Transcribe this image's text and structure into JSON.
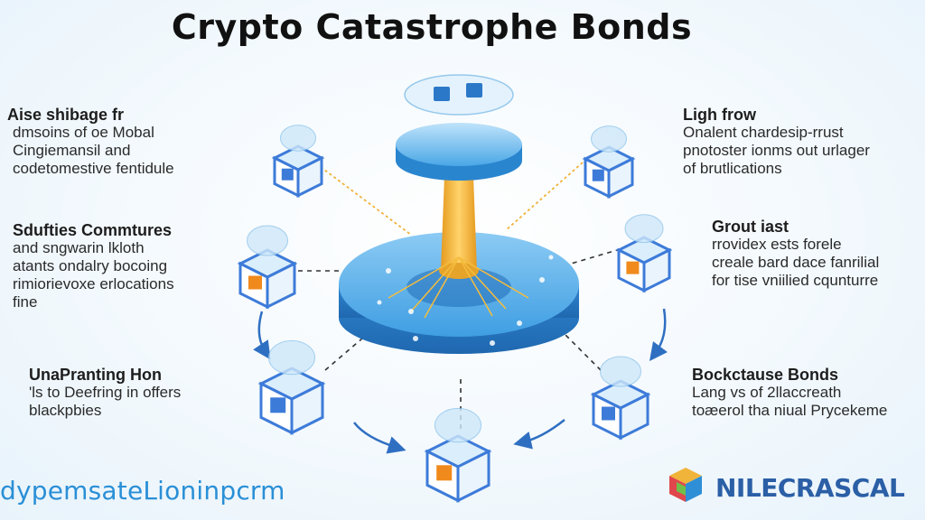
{
  "title": "Crypto Catastrophe Bonds",
  "labels": {
    "top_left": {
      "heading": "Aise shibage fr",
      "lines": [
        "dmsoins of oe Mobal",
        "Cingiemansil and",
        "codetomestive fentidule"
      ]
    },
    "mid_left": {
      "heading": "Sdufties Commtures",
      "lines": [
        "and sngwarin lkloth",
        "atants ondalry bocoing",
        "rimiorievoxe erlocations",
        "fine"
      ]
    },
    "low_left": {
      "heading": "UnaPranting Hon",
      "lines": [
        "'ls to Deefring in offers",
        "blackpbies"
      ]
    },
    "top_right": {
      "heading": "Ligh frow",
      "lines": [
        "Onalent chardesip-rrust",
        "pnotoster ionms out urlager",
        "of brutlications"
      ]
    },
    "mid_right": {
      "heading": "Grout iast",
      "lines": [
        "rrovidex ests forele",
        "creale bard dace fanrilial",
        "for tise vniilied cqunturre"
      ]
    },
    "low_right": {
      "heading": "Bockctause Bonds",
      "lines": [
        "Lang vs of 2llaccreath",
        "toæerol tha niual Prycekeme"
      ]
    }
  },
  "footer": {
    "left_text": "dypemsateLioninpcrm",
    "right_text": "NILECRASCAL"
  },
  "colors": {
    "platform_blue": "#3a9be0",
    "platform_light": "#9fd1f5",
    "column_yellow": "#f4b43a",
    "cube_blue": "#3d7bd9",
    "cube_orange": "#f08a1c",
    "footer_blue": "#2a8fd6",
    "logo_blue": "#2b5fa6"
  },
  "icons": [
    "cube-node-icon",
    "platform-icon",
    "circular-arrow-icon",
    "logo-cube-icon"
  ]
}
